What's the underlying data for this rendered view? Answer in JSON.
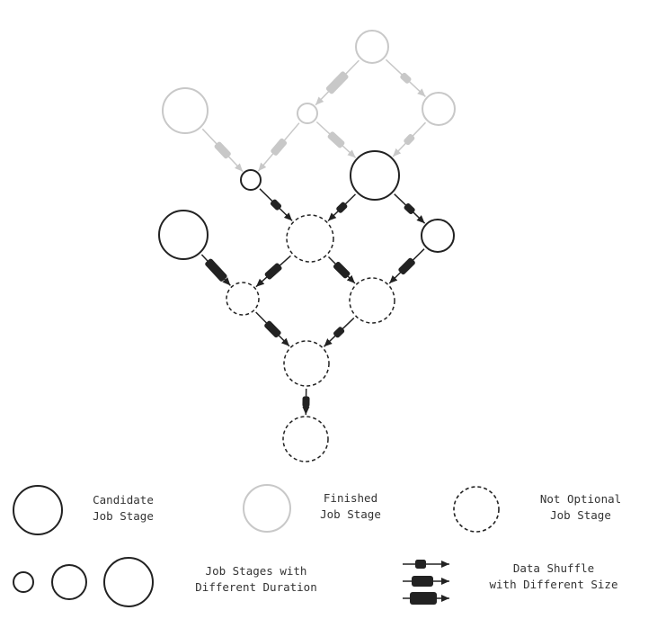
{
  "colors": {
    "active": "#222222",
    "finished": "#c8c8c8",
    "background": "#ffffff"
  },
  "legend": {
    "candidate": {
      "line1": "Candidate",
      "line2": "Job Stage"
    },
    "finished": {
      "line1": "Finished",
      "line2": "Job Stage"
    },
    "not_optional": {
      "line1": "Not Optional",
      "line2": "Job Stage"
    },
    "durations": {
      "line1": "Job Stages with",
      "line2": "Different Duration"
    },
    "shuffle": {
      "line1": "Data Shuffle",
      "line2": "with Different Size"
    }
  },
  "graph": {
    "nodes": [
      {
        "id": "f-top",
        "status": "finished"
      },
      {
        "id": "f-left",
        "status": "finished"
      },
      {
        "id": "f-mid",
        "status": "finished"
      },
      {
        "id": "f-right",
        "status": "finished"
      },
      {
        "id": "c-small",
        "status": "candidate"
      },
      {
        "id": "c-big",
        "status": "candidate"
      },
      {
        "id": "c-left",
        "status": "candidate"
      },
      {
        "id": "c-right",
        "status": "candidate"
      },
      {
        "id": "n-center",
        "status": "not_optional"
      },
      {
        "id": "n-left",
        "status": "not_optional"
      },
      {
        "id": "n-right",
        "status": "not_optional"
      },
      {
        "id": "n-lower",
        "status": "not_optional"
      },
      {
        "id": "n-bottom",
        "status": "not_optional"
      }
    ],
    "edges": [
      {
        "id": "e1",
        "from": "f-top",
        "to": "f-mid",
        "status": "finished",
        "shuffle": "large"
      },
      {
        "id": "e2",
        "from": "f-top",
        "to": "f-right",
        "status": "finished",
        "shuffle": "small"
      },
      {
        "id": "e3",
        "from": "f-left",
        "to": "c-small",
        "status": "finished",
        "shuffle": "medium"
      },
      {
        "id": "e4",
        "from": "f-mid",
        "to": "c-small",
        "status": "finished",
        "shuffle": "medium"
      },
      {
        "id": "e5",
        "from": "f-mid",
        "to": "c-big",
        "status": "finished",
        "shuffle": "medium"
      },
      {
        "id": "e6",
        "from": "f-right",
        "to": "c-big",
        "status": "finished",
        "shuffle": "small"
      },
      {
        "id": "e7",
        "from": "c-small",
        "to": "n-center",
        "status": "candidate",
        "shuffle": "small"
      },
      {
        "id": "e8",
        "from": "c-big",
        "to": "n-center",
        "status": "candidate",
        "shuffle": "small"
      },
      {
        "id": "e9",
        "from": "c-big",
        "to": "c-right",
        "status": "candidate",
        "shuffle": "small"
      },
      {
        "id": "e10",
        "from": "c-left",
        "to": "n-left",
        "status": "candidate",
        "shuffle": "large"
      },
      {
        "id": "e11",
        "from": "n-center",
        "to": "n-left",
        "status": "not_optional",
        "shuffle": "medium"
      },
      {
        "id": "e12",
        "from": "n-center",
        "to": "n-right",
        "status": "not_optional",
        "shuffle": "medium"
      },
      {
        "id": "e13",
        "from": "c-right",
        "to": "n-right",
        "status": "candidate",
        "shuffle": "medium"
      },
      {
        "id": "e14",
        "from": "n-left",
        "to": "n-lower",
        "status": "not_optional",
        "shuffle": "medium"
      },
      {
        "id": "e15",
        "from": "n-right",
        "to": "n-lower",
        "status": "not_optional",
        "shuffle": "small"
      },
      {
        "id": "e16",
        "from": "n-lower",
        "to": "n-bottom",
        "status": "not_optional",
        "shuffle": "small"
      }
    ]
  }
}
